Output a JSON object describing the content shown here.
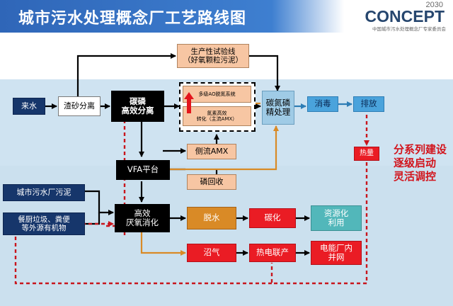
{
  "header": {
    "title": "城市污水处理概念厂工艺路线图",
    "logo_year": "2030",
    "logo_word": "CONCEPT",
    "logo_sub": "中国城市污水处理概念厂专家委员会"
  },
  "nodes": {
    "laishui": "来水",
    "zhasha": "渣砂分离",
    "tanlin": "碳磷\n高效分离",
    "shengchan": "生产性试验线\n（好氧颗粒污泥）",
    "duoji": "多级AO脱氮系统",
    "danshu": "氮素高效\n转化（主流AMX）",
    "tandan": "碳氮磷\n精处理",
    "xiaodu": "消毒",
    "paifang": "排放",
    "celiu": "侧流AMX",
    "vfa": "VFA平台",
    "linhuishou": "磷回收",
    "wuni": "城市污水厂污泥",
    "canchu": "餐厨垃圾、粪便\n等外源有机物",
    "gaoxiao": "高效\n厌氧消化",
    "tuoshui": "脱水",
    "tanhua": "碳化",
    "ziyuan": "资源化\n利用",
    "zhaoqi": "沼气",
    "rediangong": "热电联产",
    "diandian": "电能厂内\n并网",
    "reliang": "热量"
  },
  "side_note": [
    "分系列建设",
    "逐级启动",
    "灵活调控"
  ],
  "colors": {
    "header_blue": "#2f66b8",
    "band_blue": "#cfe3f1",
    "dashed_red": "#c8161d",
    "orange_line": "#d98a26"
  }
}
